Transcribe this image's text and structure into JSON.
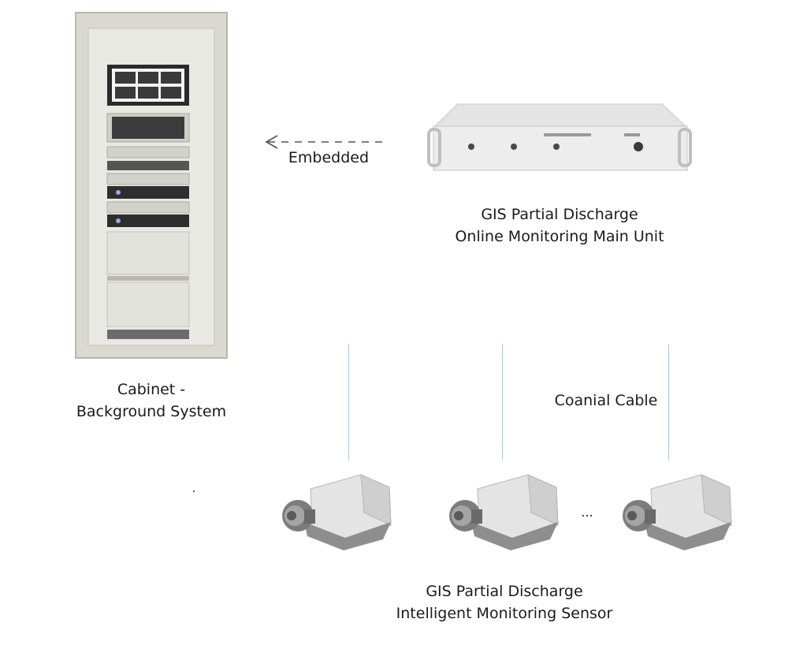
{
  "labels": {
    "embedded": "Embedded",
    "main_unit": [
      "GIS Partial Discharge",
      "Online Monitoring Main Unit"
    ],
    "cabinet": [
      "Cabinet -",
      "Background System"
    ],
    "cable": "Coanial Cable",
    "sensor": [
      "GIS Partial Discharge",
      "Intelligent Monitoring Sensor"
    ],
    "ellipsis": "..."
  },
  "colors": {
    "cable_line": "#aac8e0",
    "arrow": "#555555",
    "cabinet_body": "#dcdcd6",
    "device_metal": "#e6e6e6"
  }
}
